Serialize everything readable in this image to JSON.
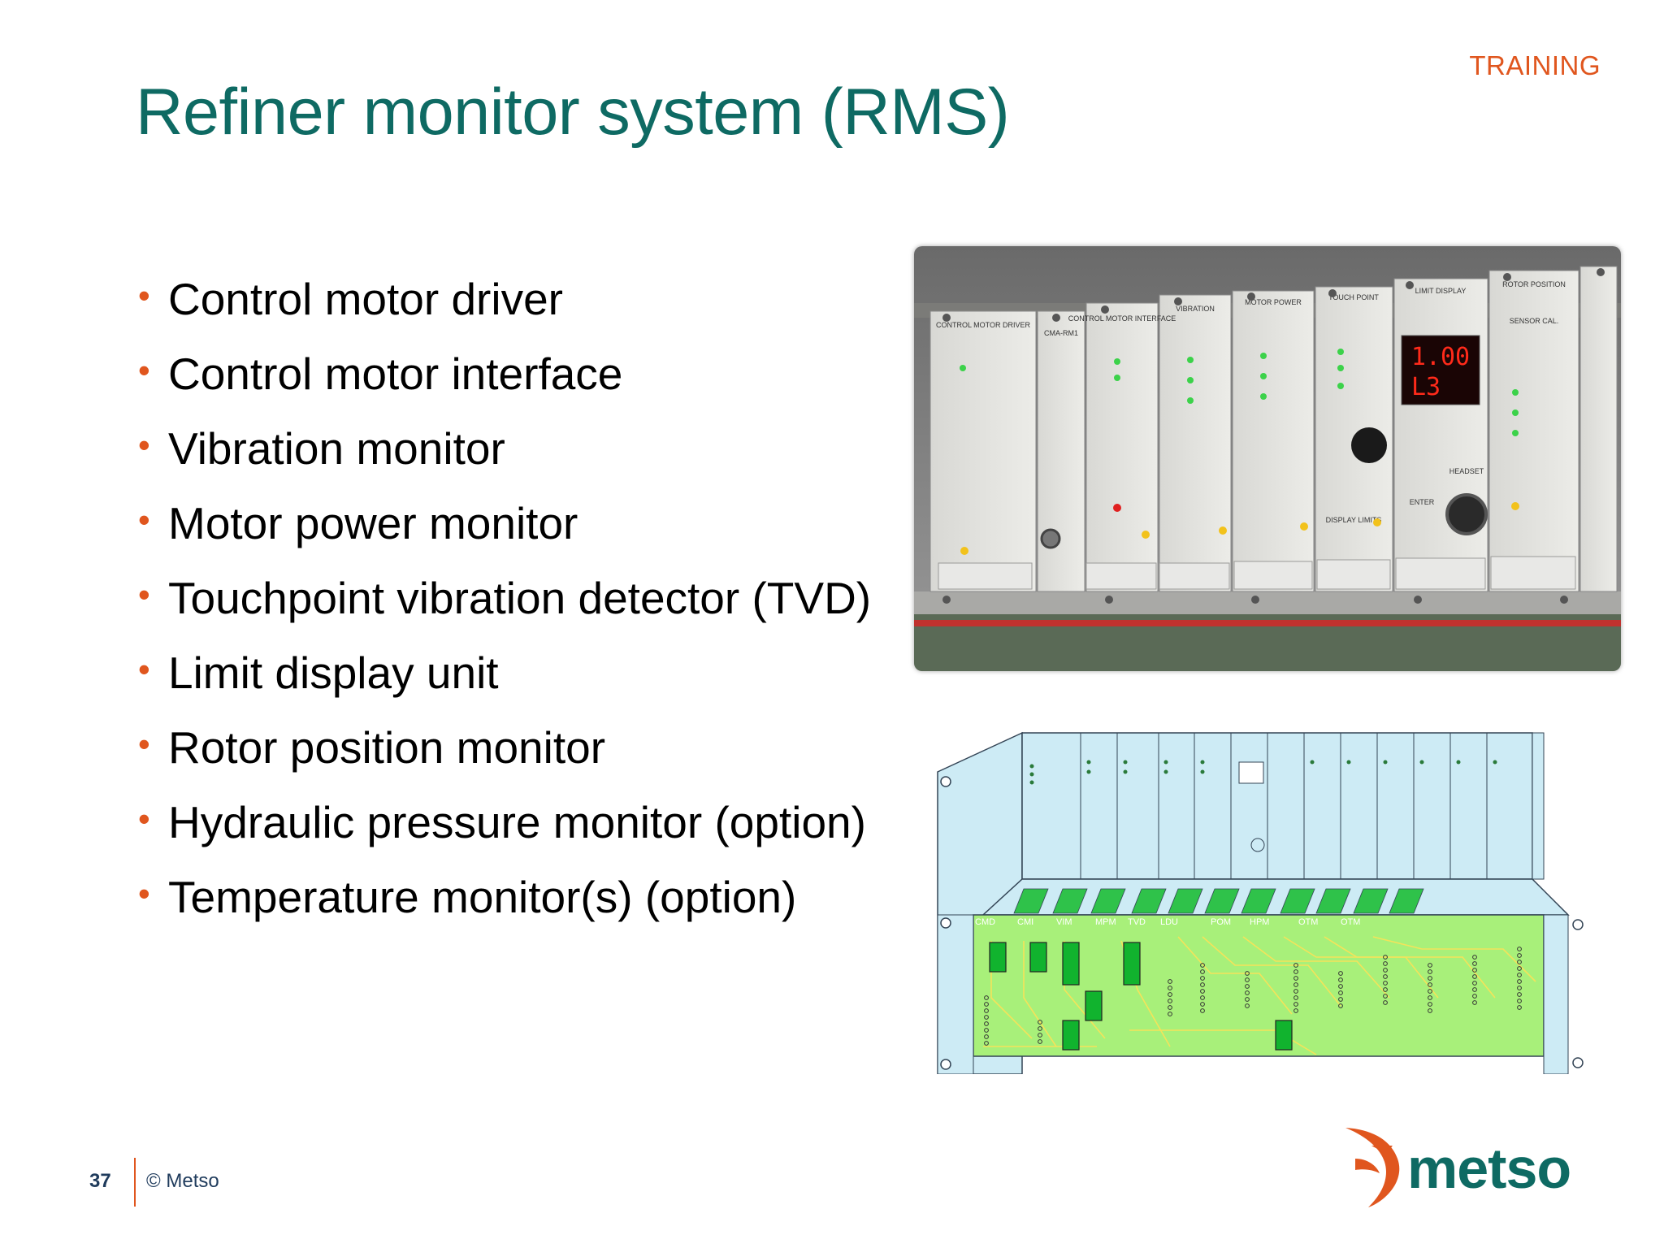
{
  "header": {
    "section_label": "TRAINING",
    "title": "Refiner monitor system (RMS)"
  },
  "bullets": [
    "Control motor driver",
    "Control motor interface",
    "Vibration monitor",
    "Motor power monitor",
    "Touchpoint vibration detector (TVD)",
    "Limit display unit",
    "Rotor position monitor",
    "Hydraulic pressure monitor (option)",
    "Temperature monitor(s) (option)"
  ],
  "photo": {
    "display_value": "1.00",
    "display_code": "L3",
    "module_labels": [
      "CONTROL MOTOR DRIVER",
      "CMA-RM1",
      "CONTROL MOTOR INTERFACE",
      "VIBRATION",
      "MOTOR POWER",
      "TOUCH POINT",
      "LIMIT DISPLAY",
      "ROTOR POSITION"
    ],
    "panel_labels": [
      "DISPLAY LIMITS",
      "ENTER",
      "HEADSET",
      "SENSOR CAL."
    ]
  },
  "diagram": {
    "board_labels": [
      "CMD",
      "CMI",
      "VIM",
      "MPM",
      "TVD",
      "LDU",
      "POM",
      "HPM",
      "OTM",
      "OTM"
    ]
  },
  "footer": {
    "page_number": "37",
    "copyright": "© Metso"
  },
  "logo": {
    "text": "metso"
  },
  "colors": {
    "accent": "#E0561E",
    "title": "#0E6A63",
    "logo_text": "#0E6A63",
    "diagram_panel": "#CDEBF5",
    "diagram_board": "#A8F07A"
  }
}
